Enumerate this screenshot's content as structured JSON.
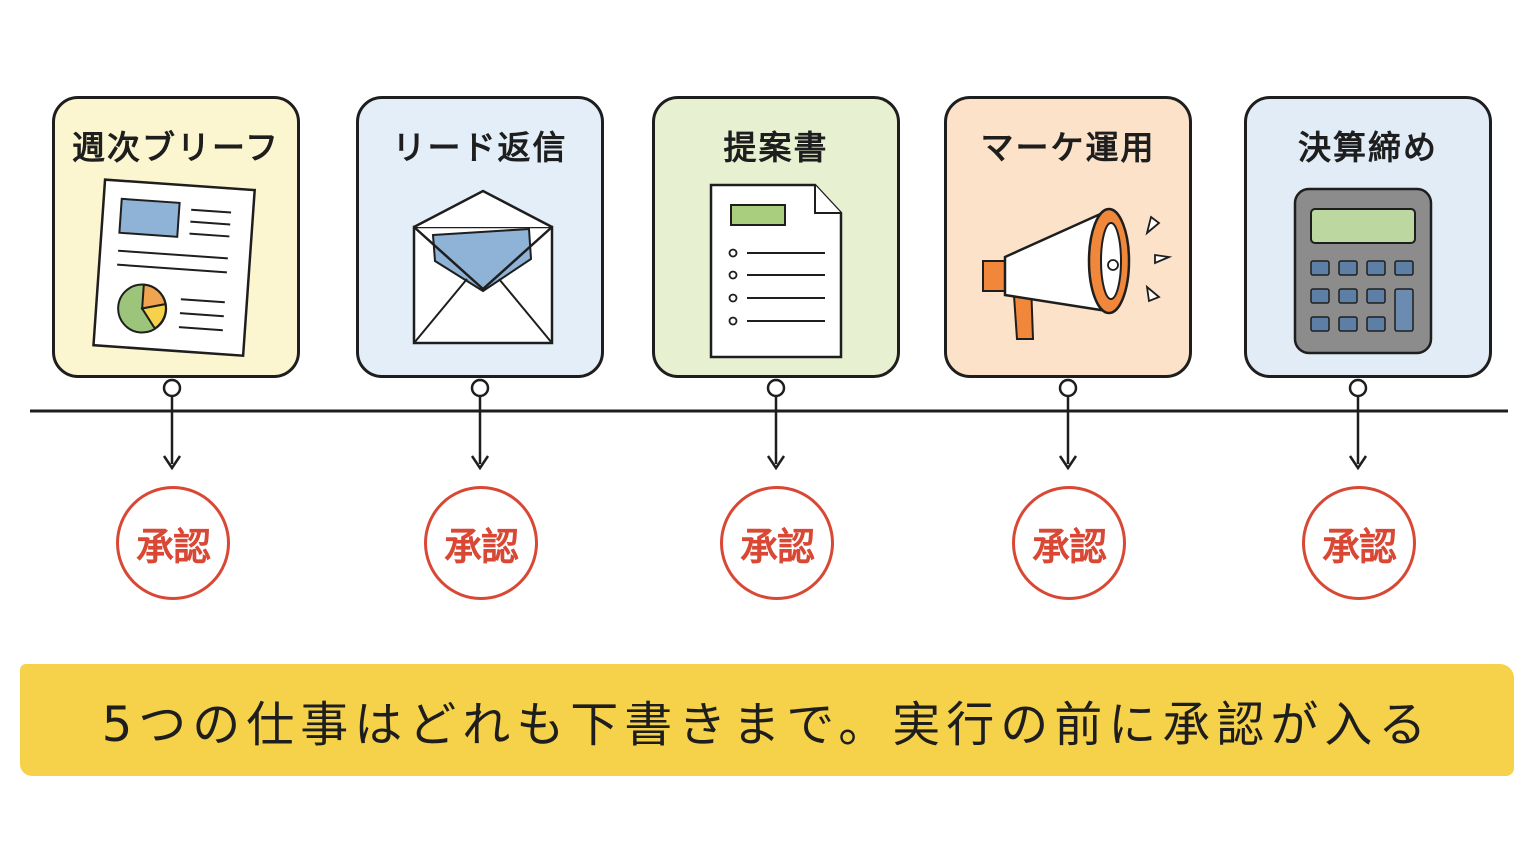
{
  "tasks": [
    {
      "title": "週次ブリーフ",
      "bg": "#fbf6cf",
      "icon": "report-icon",
      "stamp": "承認"
    },
    {
      "title": "リード返信",
      "bg": "#e3eef8",
      "icon": "envelope-icon",
      "stamp": "承認"
    },
    {
      "title": "提案書",
      "bg": "#e8f0d2",
      "icon": "document-icon",
      "stamp": "承認"
    },
    {
      "title": "マーケ運用",
      "bg": "#fbe2c9",
      "icon": "megaphone-icon",
      "stamp": "承認"
    },
    {
      "title": "決算締め",
      "bg": "#e1ecf7",
      "icon": "calculator-icon",
      "stamp": "承認"
    }
  ],
  "banner": {
    "text": "5つの仕事はどれも下書きまで。実行の前に承認が入る",
    "color": "#f6d24a"
  },
  "colors": {
    "stamp": "#d94735",
    "ink": "#1e1e1e"
  }
}
